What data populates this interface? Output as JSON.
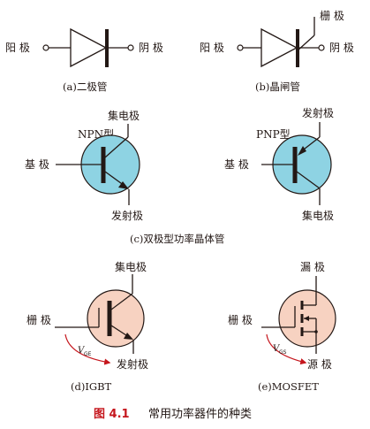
{
  "colors": {
    "ink": "#231815",
    "bjt_fill": "#8ed3e3",
    "igbt_fill": "#f7d2c1",
    "accent_red": "#c5161d"
  },
  "diode": {
    "anode": "阳 极",
    "cathode": "阴 极",
    "caption": "(a)二极管"
  },
  "thyristor": {
    "gate": "栅 极",
    "anode": "阳 极",
    "cathode": "阴 极",
    "caption": "(b)晶闸管"
  },
  "npn": {
    "type": "NPN型",
    "collector": "集电极",
    "base": "基 极",
    "emitter": "发射极"
  },
  "pnp": {
    "type": "PNP型",
    "emitter": "发射极",
    "base": "基 极",
    "collector": "集电极"
  },
  "bjt_caption": "(c)双极型功率晶体管",
  "igbt": {
    "collector": "集电极",
    "gate": "栅 极",
    "emitter": "发射极",
    "voltage": "V",
    "voltage_sub": "GE",
    "caption": "(d)IGBT"
  },
  "mosfet": {
    "drain": "漏 极",
    "gate": "栅 极",
    "source": "源 极",
    "voltage": "V",
    "voltage_sub": "GS",
    "caption": "(e)MOSFET"
  },
  "figure": {
    "number": "图 4.1",
    "title": "常用功率器件的种类"
  }
}
